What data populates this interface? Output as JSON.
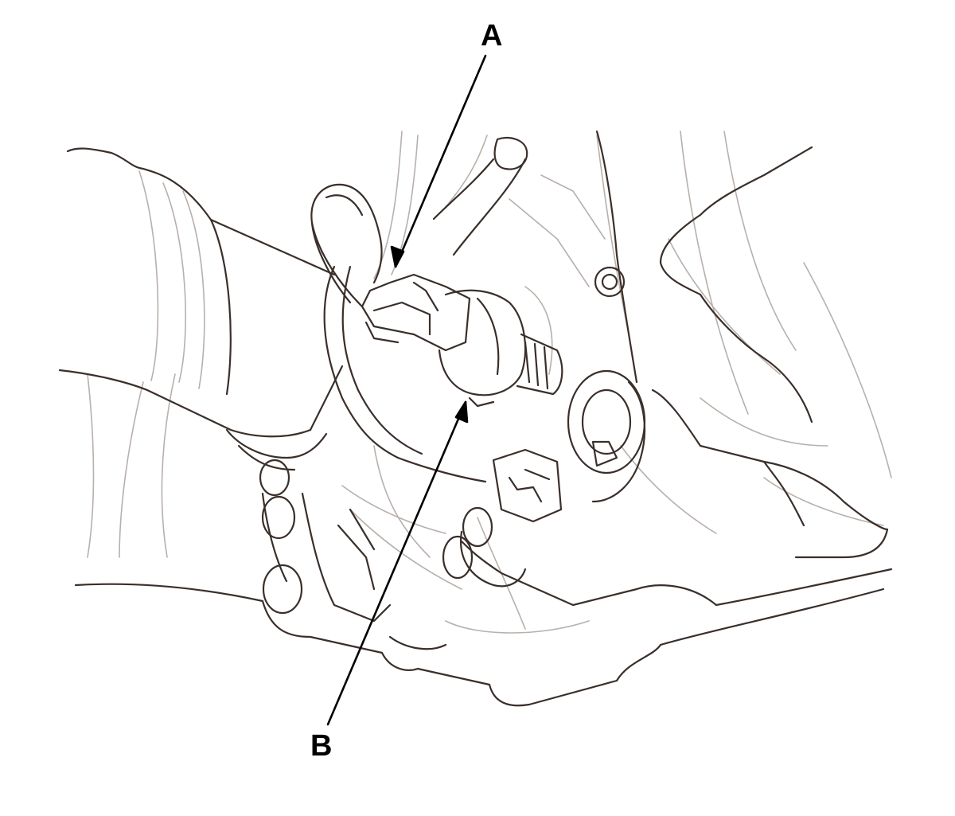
{
  "callouts": [
    {
      "id": "A",
      "label": "A"
    },
    {
      "id": "B",
      "label": "B"
    }
  ],
  "colors": {
    "line_dark": "#3a2f2a",
    "line_light": "#b8b0ab",
    "arrow": "#000000",
    "background": "#ffffff"
  }
}
